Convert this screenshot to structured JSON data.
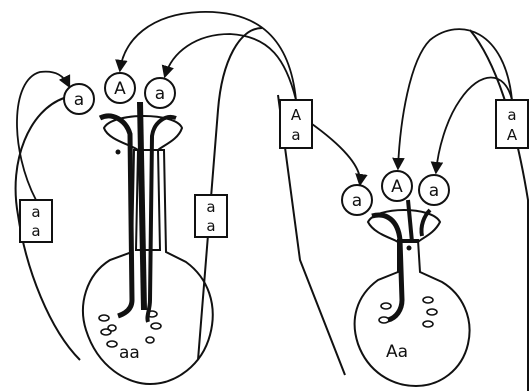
{
  "left_flower": {
    "pollen_grains": [
      "a",
      "A",
      "a"
    ],
    "ovule_label": "aa"
  },
  "right_flower": {
    "pollen_grains": [
      "a",
      "A",
      "a"
    ],
    "ovule_label": "Aa"
  },
  "boxes": {
    "left_outer": [
      "a",
      "a"
    ],
    "left_inner": [
      "a",
      "a"
    ],
    "middle": [
      "A",
      "a"
    ],
    "right": [
      "a",
      "A"
    ]
  },
  "colors": {
    "ink": "#111111",
    "background": "#ffffff"
  }
}
